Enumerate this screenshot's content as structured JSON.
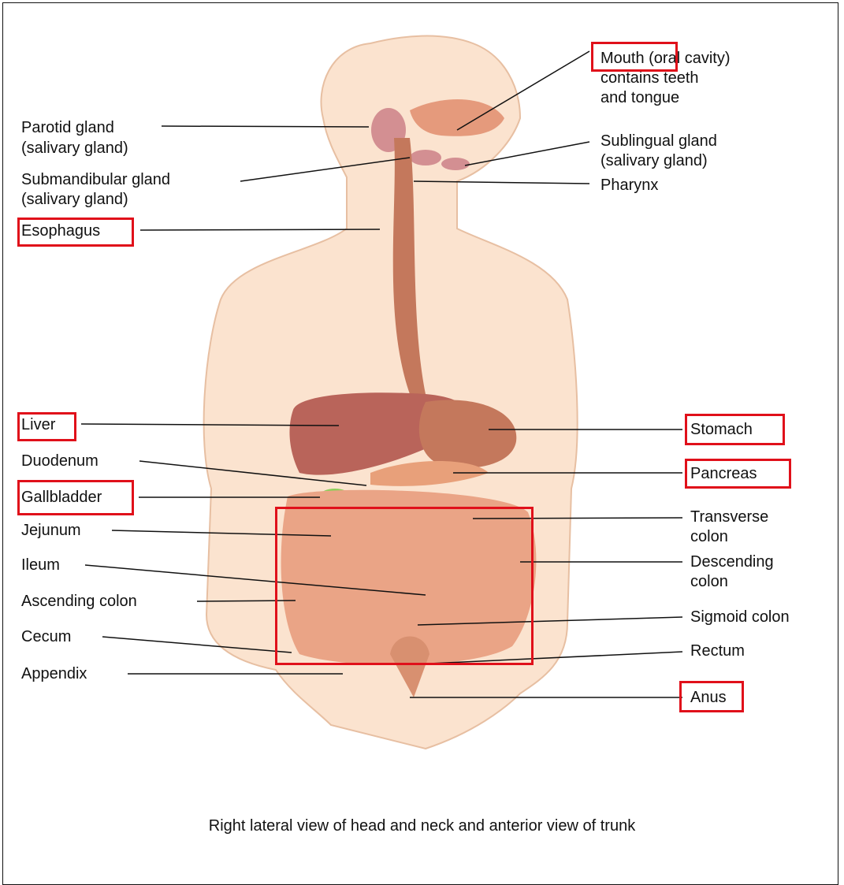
{
  "labels_left": {
    "parotid_1": "Parotid gland",
    "parotid_2": "(salivary gland)",
    "submandibular_1": "Submandibular gland",
    "submandibular_2": "(salivary gland)",
    "esophagus": "Esophagus",
    "liver": "Liver",
    "duodenum": "Duodenum",
    "gallbladder": "Gallbladder",
    "jejunum": "Jejunum",
    "ileum": "Ileum",
    "ascending_colon": "Ascending colon",
    "cecum": "Cecum",
    "appendix": "Appendix"
  },
  "labels_right": {
    "mouth_1": "Mouth (oral cavity)",
    "mouth_2": "contains teeth",
    "mouth_3": "and tongue",
    "sublingual_1": "Sublingual gland",
    "sublingual_2": "(salivary gland)",
    "pharynx": "Pharynx",
    "stomach": "Stomach",
    "pancreas": "Pancreas",
    "transverse_1": "Transverse",
    "transverse_2": "colon",
    "descending_1": "Descending",
    "descending_2": "colon",
    "sigmoid": "Sigmoid colon",
    "rectum": "Rectum",
    "anus": "Anus"
  },
  "caption": "Right lateral view of head and neck and anterior view of trunk",
  "colors": {
    "skin": "#fbe3cf",
    "skin_edge": "#e7bfa2",
    "organ": "#c4785c",
    "organ_light": "#e59a7c",
    "intestine": "#eaa486",
    "gallbladder": "#8ccf5a",
    "highlight_box": "#e0101a"
  }
}
